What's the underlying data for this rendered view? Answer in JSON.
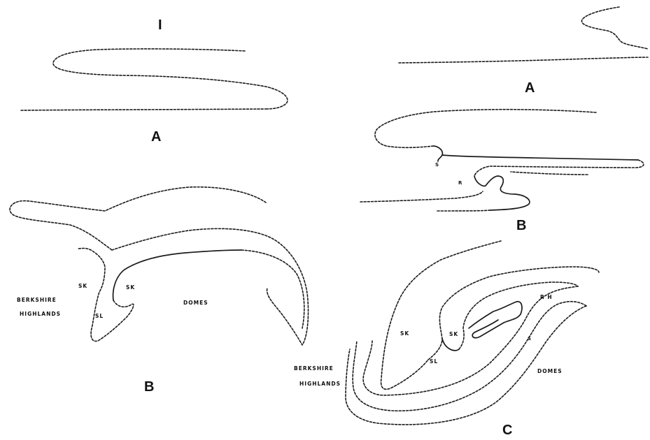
{
  "figure": {
    "roman_numeral": "I",
    "left_panel": {
      "label_a": "A",
      "label_b": "B",
      "terms": {
        "sk_outer": "SK",
        "sk_inner": "SK",
        "sl": "SL",
        "berkshire": "BERKSHIRE",
        "highlands": "HIGHLANDS",
        "domes": "DOMES"
      }
    },
    "right_panel": {
      "label_a": "A",
      "label_b": "B",
      "label_c": "C",
      "terms": {
        "s_b": "S",
        "r_b": "R",
        "sk_outer": "SK",
        "sk_inner": "SK",
        "sl": "SL",
        "rh": "R H",
        "s_c": "S",
        "berkshire": "BERKSHIRE",
        "highlands": "HIGHLANDS",
        "domes": "DOMES"
      }
    }
  }
}
